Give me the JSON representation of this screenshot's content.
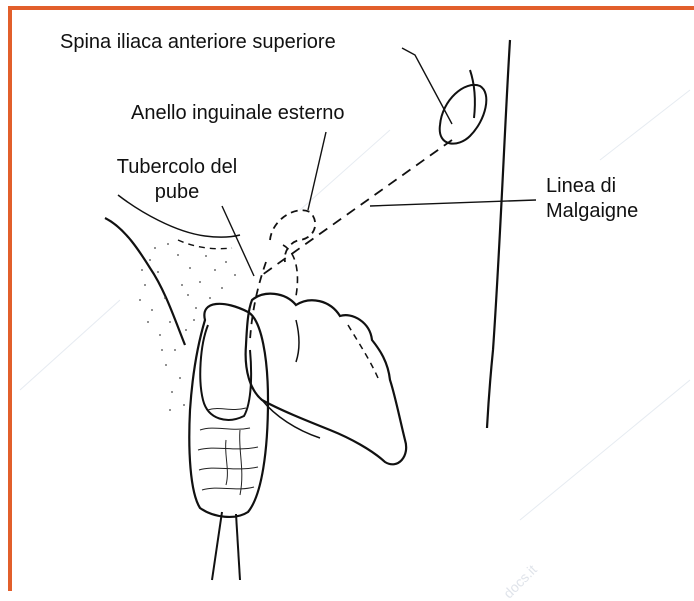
{
  "labels": {
    "spina": "Spina iliaca anteriore superiore",
    "anello": "Anello inguinale esterno",
    "tubercolo_line1": "Tubercolo del",
    "tubercolo_line2": "pube",
    "linea_line1": "Linea di",
    "linea_line2": "Malgaigne"
  },
  "watermark": "docs.it",
  "colors": {
    "border": "#e25f2b",
    "ink": "#111111",
    "watermark": "#d8dde5"
  }
}
